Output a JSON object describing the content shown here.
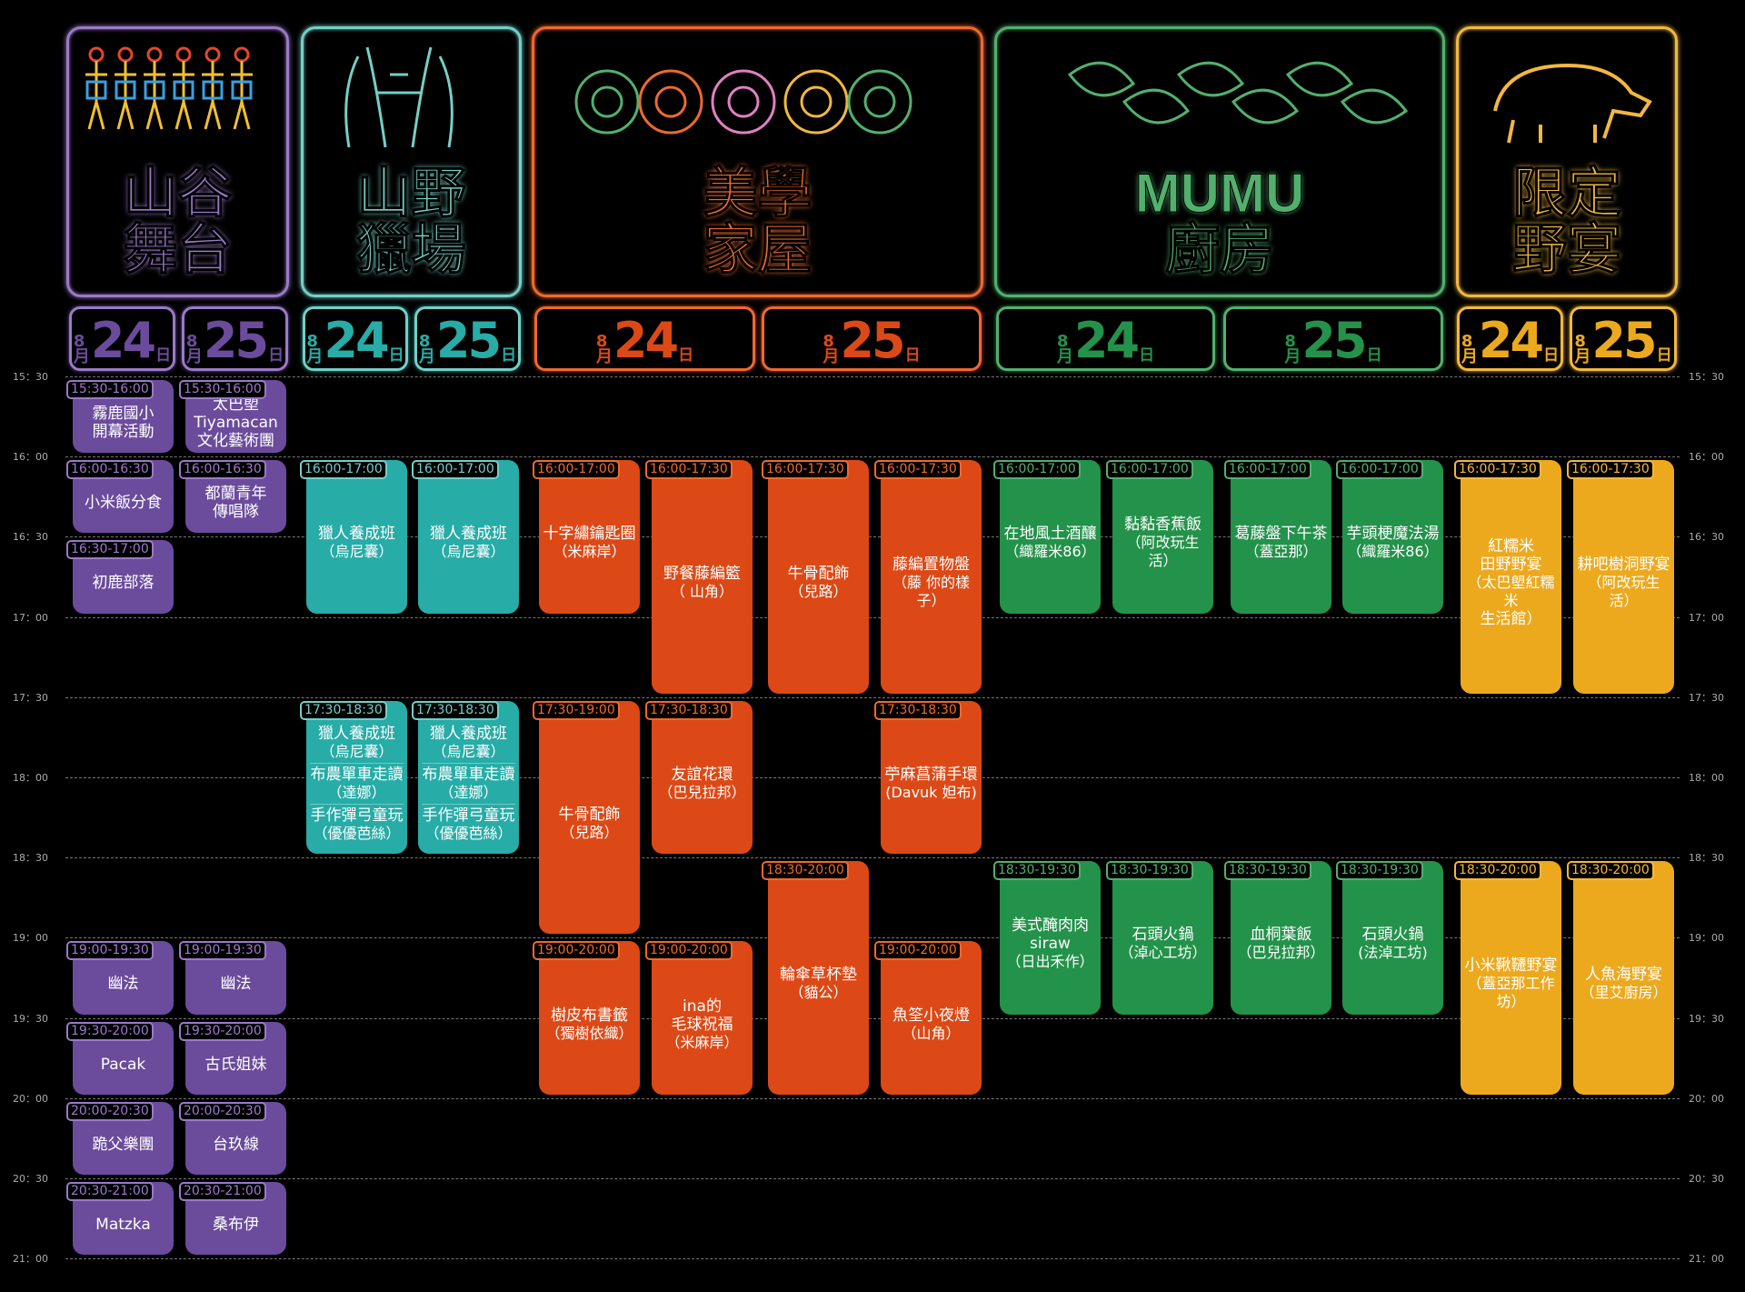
{
  "colors": {
    "purple": "#6b4b9c",
    "teal": "#27aca7",
    "orange": "#dc4916",
    "green": "#23924a",
    "yellow": "#eca91e",
    "purple_line": "#9a7ac8",
    "teal_line": "#74cfc6",
    "orange_line": "#ee6a2c",
    "green_line": "#52b06d",
    "yellow_line": "#f2b83e"
  },
  "venues": [
    {
      "id": "stage",
      "title_lines": [
        "山谷",
        "舞台"
      ],
      "icon": "dancers-icon",
      "color": "purple"
    },
    {
      "id": "hunt",
      "title_lines": [
        "山野",
        "獵場"
      ],
      "icon": "hunters-icon",
      "color": "teal"
    },
    {
      "id": "craft",
      "title_lines": [
        "美學",
        "家屋"
      ],
      "icon": "flowers-icon",
      "color": "orange"
    },
    {
      "id": "kitchen",
      "title_lines": [
        "MUMU",
        "廚房"
      ],
      "icon": "leaves-icon",
      "color": "green"
    },
    {
      "id": "feast",
      "title_lines": [
        "限定",
        "野宴"
      ],
      "icon": "boar-icon",
      "color": "yellow"
    }
  ],
  "date": {
    "month": "8",
    "month_unit": "月",
    "day_unit": "日",
    "days": [
      "24",
      "25"
    ]
  },
  "time_labels": [
    "15：30",
    "16：00",
    "16：30",
    "17：00",
    "17：30",
    "18：00",
    "18：30",
    "19：00",
    "19：30",
    "20：00",
    "20：30",
    "21：00"
  ],
  "columns": [
    {
      "color": "purple",
      "events": [
        {
          "time": "15:30-16:00",
          "groups": [
            [
              "霧鹿國小",
              "開幕活動"
            ]
          ]
        },
        {
          "time": "16:00-16:30",
          "groups": [
            [
              "小米飯分食"
            ]
          ]
        },
        {
          "time": "16:30-17:00",
          "groups": [
            [
              "初鹿部落"
            ]
          ]
        },
        {
          "time": "19:00-19:30",
          "groups": [
            [
              "幽法"
            ]
          ]
        },
        {
          "time": "19:30-20:00",
          "groups": [
            [
              "Pacak"
            ]
          ]
        },
        {
          "time": "20:00-20:30",
          "groups": [
            [
              "跪父樂團"
            ]
          ]
        },
        {
          "time": "20:30-21:00",
          "groups": [
            [
              "Matzka"
            ]
          ]
        }
      ]
    },
    {
      "color": "purple",
      "events": [
        {
          "time": "15:30-16:00",
          "groups": [
            [
              "太巴塱",
              "Tiyamacan",
              "文化藝術團"
            ]
          ]
        },
        {
          "time": "16:00-16:30",
          "groups": [
            [
              "都蘭青年",
              "傳唱隊"
            ]
          ]
        },
        {
          "time": "19:00-19:30",
          "groups": [
            [
              "幽法"
            ]
          ]
        },
        {
          "time": "19:30-20:00",
          "groups": [
            [
              "古氏姐妹"
            ]
          ]
        },
        {
          "time": "20:00-20:30",
          "groups": [
            [
              "台玖線"
            ]
          ]
        },
        {
          "time": "20:30-21:00",
          "groups": [
            [
              "桑布伊"
            ]
          ]
        }
      ]
    },
    {
      "color": "teal",
      "events": [
        {
          "time": "16:00-17:00",
          "groups": [
            [
              "獵人養成班",
              "（烏尼囊）"
            ]
          ]
        },
        {
          "time": "17:30-18:30",
          "groups": [
            [
              "獵人養成班",
              "（烏尼囊）"
            ],
            [
              "布農單車走讀",
              "（達娜）"
            ],
            [
              "手作彈弓童玩",
              "（優優芭絲）"
            ]
          ]
        }
      ]
    },
    {
      "color": "teal",
      "events": [
        {
          "time": "16:00-17:00",
          "groups": [
            [
              "獵人養成班",
              "（烏尼囊）"
            ]
          ]
        },
        {
          "time": "17:30-18:30",
          "groups": [
            [
              "獵人養成班",
              "（烏尼囊）"
            ],
            [
              "布農單車走讀",
              "（達娜）"
            ],
            [
              "手作彈弓童玩",
              "（優優芭絲）"
            ]
          ]
        }
      ]
    },
    {
      "color": "orange",
      "events": [
        {
          "time": "16:00-17:00",
          "groups": [
            [
              "十字繡鑰匙圈",
              "（米麻岸）"
            ]
          ]
        },
        {
          "time": "17:30-19:00",
          "groups": [
            [
              "牛骨配飾",
              "（兒路）"
            ]
          ]
        },
        {
          "time": "19:00-20:00",
          "groups": [
            [
              "樹皮布書籤",
              "（獨樹依織）"
            ]
          ]
        }
      ]
    },
    {
      "color": "orange",
      "events": [
        {
          "time": "16:00-17:30",
          "groups": [
            [
              "野餐藤編籃",
              "（ 山角）"
            ]
          ]
        },
        {
          "time": "17:30-18:30",
          "groups": [
            [
              "友誼花環",
              "（巴兒拉邦）"
            ]
          ]
        },
        {
          "time": "19:00-20:00",
          "groups": [
            [
              "ina的",
              "毛球祝福",
              "（米麻岸）"
            ]
          ]
        }
      ]
    },
    {
      "color": "orange",
      "events": [
        {
          "time": "16:00-17:30",
          "groups": [
            [
              "牛骨配飾",
              "（兒路）"
            ]
          ]
        },
        {
          "time": "18:30-20:00",
          "groups": [
            [
              "輪傘草杯墊",
              "（貓公）"
            ]
          ]
        }
      ]
    },
    {
      "color": "orange",
      "events": [
        {
          "time": "16:00-17:30",
          "groups": [
            [
              "藤編置物盤",
              "（藤 你的樣子）"
            ]
          ]
        },
        {
          "time": "17:30-18:30",
          "groups": [
            [
              "苧麻菖蒲手環",
              "(Davuk 妲布)"
            ]
          ]
        },
        {
          "time": "19:00-20:00",
          "groups": [
            [
              "魚筌小夜燈",
              "（山角）"
            ]
          ]
        }
      ]
    },
    {
      "color": "green",
      "events": [
        {
          "time": "16:00-17:00",
          "groups": [
            [
              "在地風土酒釀",
              "（織羅米86）"
            ]
          ]
        },
        {
          "time": "18:30-19:30",
          "groups": [
            [
              "美式醃肉肉",
              "siraw",
              "（日出禾作）"
            ]
          ]
        }
      ]
    },
    {
      "color": "green",
      "events": [
        {
          "time": "16:00-17:00",
          "groups": [
            [
              "黏黏香蕉飯",
              "（阿改玩生活）"
            ]
          ]
        },
        {
          "time": "18:30-19:30",
          "groups": [
            [
              "石頭火鍋",
              "（淖心工坊）"
            ]
          ]
        }
      ]
    },
    {
      "color": "green",
      "events": [
        {
          "time": "16:00-17:00",
          "groups": [
            [
              "葛藤盤下午茶",
              "（蓋亞那）"
            ]
          ]
        },
        {
          "time": "18:30-19:30",
          "groups": [
            [
              "血桐葉飯",
              "（巴兒拉邦）"
            ]
          ]
        }
      ]
    },
    {
      "color": "green",
      "events": [
        {
          "time": "16:00-17:00",
          "groups": [
            [
              "芋頭梗魔法湯",
              "（織羅米86）"
            ]
          ]
        },
        {
          "time": "18:30-19:30",
          "groups": [
            [
              "石頭火鍋",
              "(法淖工坊)"
            ]
          ]
        }
      ]
    },
    {
      "color": "yellow",
      "events": [
        {
          "time": "16:00-17:30",
          "groups": [
            [
              "紅糯米",
              "田野野宴",
              "（太巴塱紅糯米",
              "生活館）"
            ]
          ]
        },
        {
          "time": "18:30-20:00",
          "groups": [
            [
              "小米鞦韆野宴",
              "（蓋亞那工作坊）"
            ]
          ]
        }
      ]
    },
    {
      "color": "yellow",
      "events": [
        {
          "time": "16:00-17:30",
          "groups": [
            [
              "耕吧樹洞野宴",
              "（阿改玩生活）"
            ]
          ]
        },
        {
          "time": "18:30-20:00",
          "groups": [
            [
              "人魚海野宴",
              "（里艾廚房）"
            ]
          ]
        }
      ]
    }
  ]
}
